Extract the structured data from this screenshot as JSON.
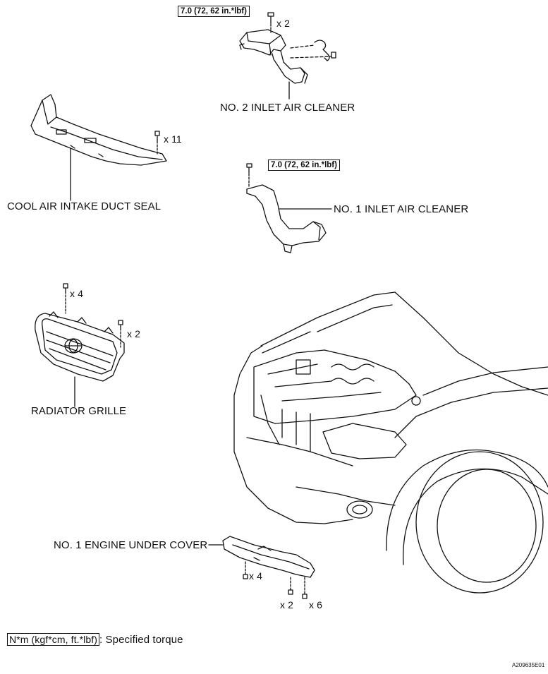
{
  "labels": {
    "no2_inlet": "NO. 2 INLET AIR CLEANER",
    "cool_air_seal": "COOL AIR INTAKE DUCT SEAL",
    "no1_inlet": "NO. 1 INLET AIR CLEANER",
    "radiator_grille": "RADIATOR GRILLE",
    "engine_under_cover": "NO. 1 ENGINE UNDER COVER"
  },
  "torque": {
    "top": "7.0 (72, 62 in.*lbf)",
    "middle": "7.0 (72, 62 in.*lbf)"
  },
  "quantities": {
    "no2_bolts": "x 2",
    "seal_clips": "x 11",
    "grille_top": "x 4",
    "grille_side": "x 2",
    "cover_left": "x 4",
    "cover_mid": "x 2",
    "cover_right": "x 6"
  },
  "legend": {
    "unit": "N*m (kgf*cm, ft.*lbf)",
    "text": ": Specified torque"
  },
  "figure_id": "A209635E01"
}
